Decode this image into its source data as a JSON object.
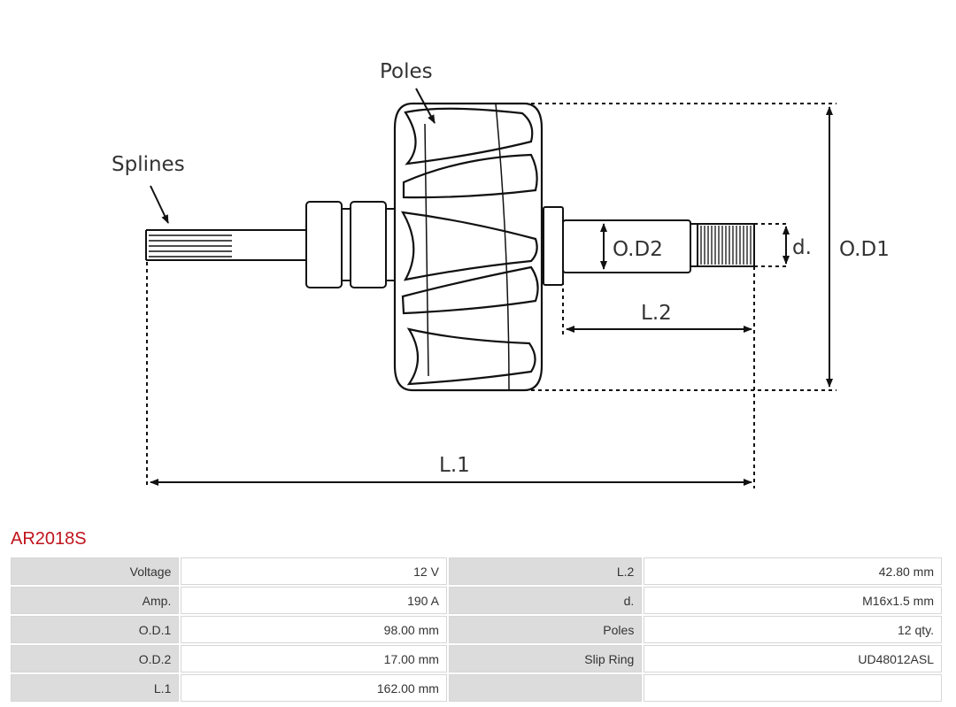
{
  "diagram": {
    "labels": {
      "poles": "Poles",
      "splines": "Splines",
      "od1": "O.D1",
      "od2": "O.D2",
      "d": "d.",
      "l1": "L.1",
      "l2": "L.2"
    }
  },
  "product": {
    "code": "AR2018S",
    "code_color": "#c0141c"
  },
  "specs": [
    {
      "left_label": "Voltage",
      "left_value": "12 V",
      "right_label": "L.2",
      "right_value": "42.80 mm"
    },
    {
      "left_label": "Amp.",
      "left_value": "190 A",
      "right_label": "d.",
      "right_value": "M16x1.5 mm"
    },
    {
      "left_label": "O.D.1",
      "left_value": "98.00  mm",
      "right_label": "Poles",
      "right_value": "12  qty."
    },
    {
      "left_label": "O.D.2",
      "left_value": "17.00 mm",
      "right_label": "Slip Ring",
      "right_value": "UD48012ASL"
    },
    {
      "left_label": "L.1",
      "left_value": "162.00  mm",
      "right_label": "",
      "right_value": ""
    }
  ]
}
